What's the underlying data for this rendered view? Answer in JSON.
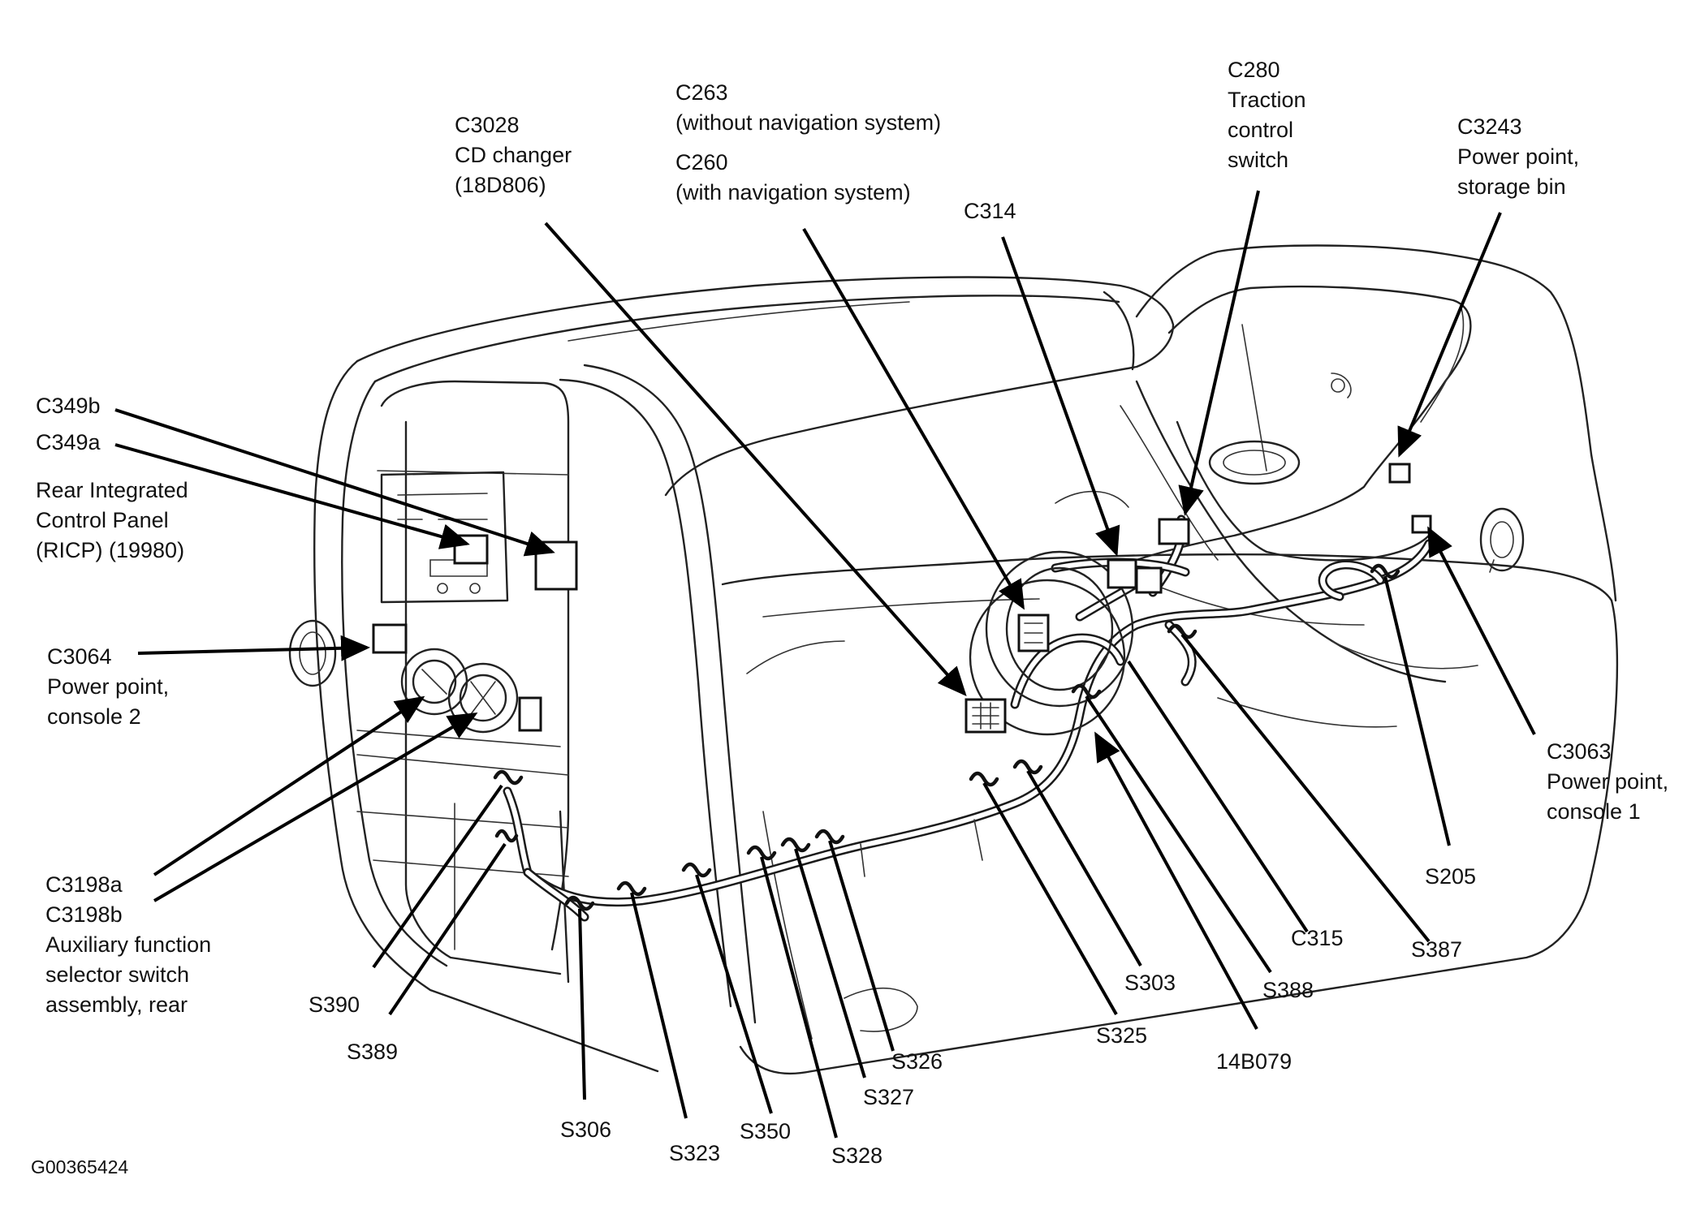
{
  "figure_id": "G00365424",
  "labels": {
    "c349b": "C349b",
    "c349a": "C349a",
    "ricp": [
      "Rear Integrated",
      "Control Panel",
      "(RICP) (19980)"
    ],
    "c3064": [
      "C3064",
      "Power point,",
      "console 2"
    ],
    "c3198a": "C3198a",
    "c3198b": [
      "C3198b",
      "Auxiliary function",
      "selector switch",
      "assembly, rear"
    ],
    "c3028": [
      "C3028",
      "CD changer",
      "(18D806)"
    ],
    "c263": [
      "C263",
      "(without navigation system)"
    ],
    "c260": [
      "C260",
      "(with navigation system)"
    ],
    "c314": "C314",
    "c280": [
      "C280",
      "Traction",
      "control",
      "switch"
    ],
    "c3243": [
      "C3243",
      "Power point,",
      "storage bin"
    ],
    "c3063": [
      "C3063",
      "Power point,",
      "console 1"
    ],
    "s205": "S205",
    "s387": "S387",
    "c315": "C315",
    "s388": "S388",
    "s303": "S303",
    "s325": "S325",
    "n14b079": "14B079",
    "s326": "S326",
    "s327": "S327",
    "s328": "S328",
    "s350": "S350",
    "s323": "S323",
    "s306": "S306",
    "s389": "S389",
    "s390": "S390"
  }
}
